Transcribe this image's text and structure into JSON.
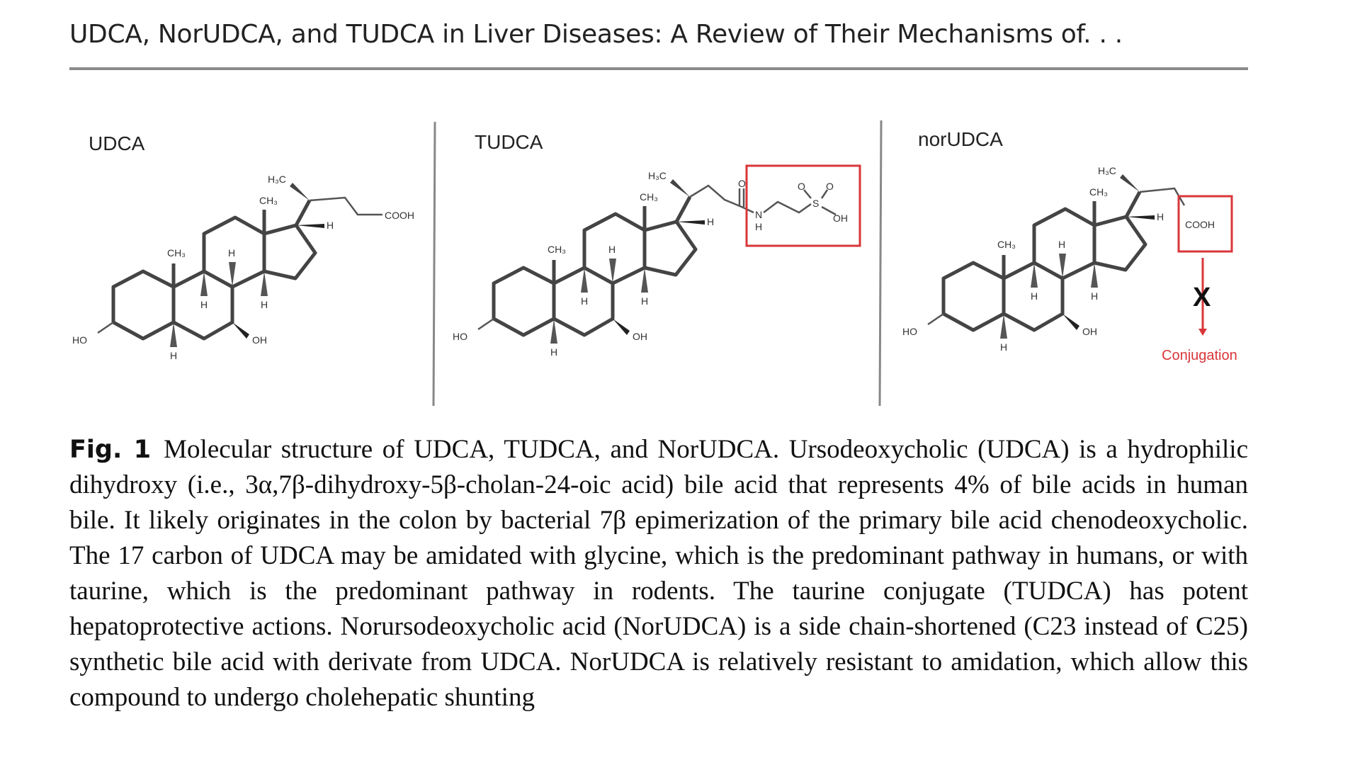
{
  "header": {
    "running_title": "UDCA, NorUDCA, and TUDCA in Liver Diseases: A Review of Their Mechanisms of. . ."
  },
  "figure": {
    "panels": [
      {
        "title": "UDCA"
      },
      {
        "title": "TUDCA"
      },
      {
        "title": "norUDCA"
      }
    ],
    "labels": {
      "ch3": "CH₃",
      "h3c": "H₃C",
      "h": "H",
      "ho": "HO",
      "oh": "OH",
      "cooh": "COOH",
      "o": "O",
      "n": "N",
      "s": "S"
    },
    "x_mark": "X",
    "conjugation": "Conjugation",
    "highlight_color": "#d9363a"
  },
  "caption": {
    "label": "Fig. 1",
    "text": "Molecular structure of UDCA, TUDCA, and NorUDCA. Ursodeoxycholic (UDCA) is a hydrophilic dihydroxy (i.e., 3α,7β-dihydroxy-5β-cholan-24-oic acid) bile acid that represents 4% of bile acids in human bile. It likely originates in the colon by bacterial 7β epimerization of the primary bile acid chenodeoxycholic. The 17 carbon of UDCA may be amidated with glycine, which is the predominant pathway in humans, or with taurine, which is the predominant pathway in rodents. The taurine conjugate (TUDCA) has potent hepatoprotective actions. Norursodeoxycholic acid (NorUDCA) is a side chain-shortened (C23 instead of C25) synthetic bile acid with derivate from UDCA. NorUDCA is relatively resistant to amidation, which allow this compound to undergo cholehepatic shunting"
  }
}
